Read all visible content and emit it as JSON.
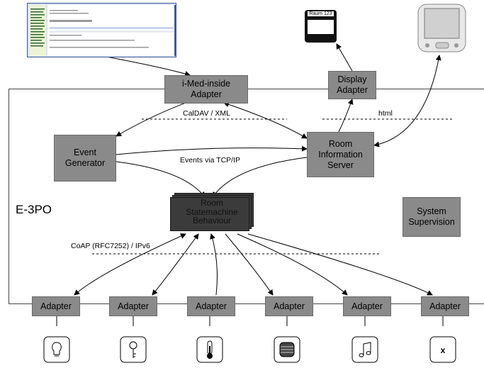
{
  "system_label": "E-3PO",
  "boxes": {
    "imed": "i-Med-inside Adapter",
    "display": "Display Adapter",
    "event_generator": "Event Generator",
    "room_info": "Room Information Server",
    "system_supervision": "System Supervision"
  },
  "stack_labels": [
    "Room",
    "Statemachine",
    "Behaviour"
  ],
  "links": {
    "caldav": "CalDAV / XML",
    "html": "html",
    "events": "Events via TCP/IP",
    "coap": "CoAP (RFC7252) / IPv6"
  },
  "adapters": [
    "Adapter",
    "Adapter",
    "Adapter",
    "Adapter",
    "Adapter",
    "Adapter"
  ],
  "display_tag": "Raum 123",
  "sensors": [
    "light-bulb-icon",
    "key-icon",
    "thermometer-icon",
    "blinds-icon",
    "music-note-icon",
    "x-icon"
  ]
}
